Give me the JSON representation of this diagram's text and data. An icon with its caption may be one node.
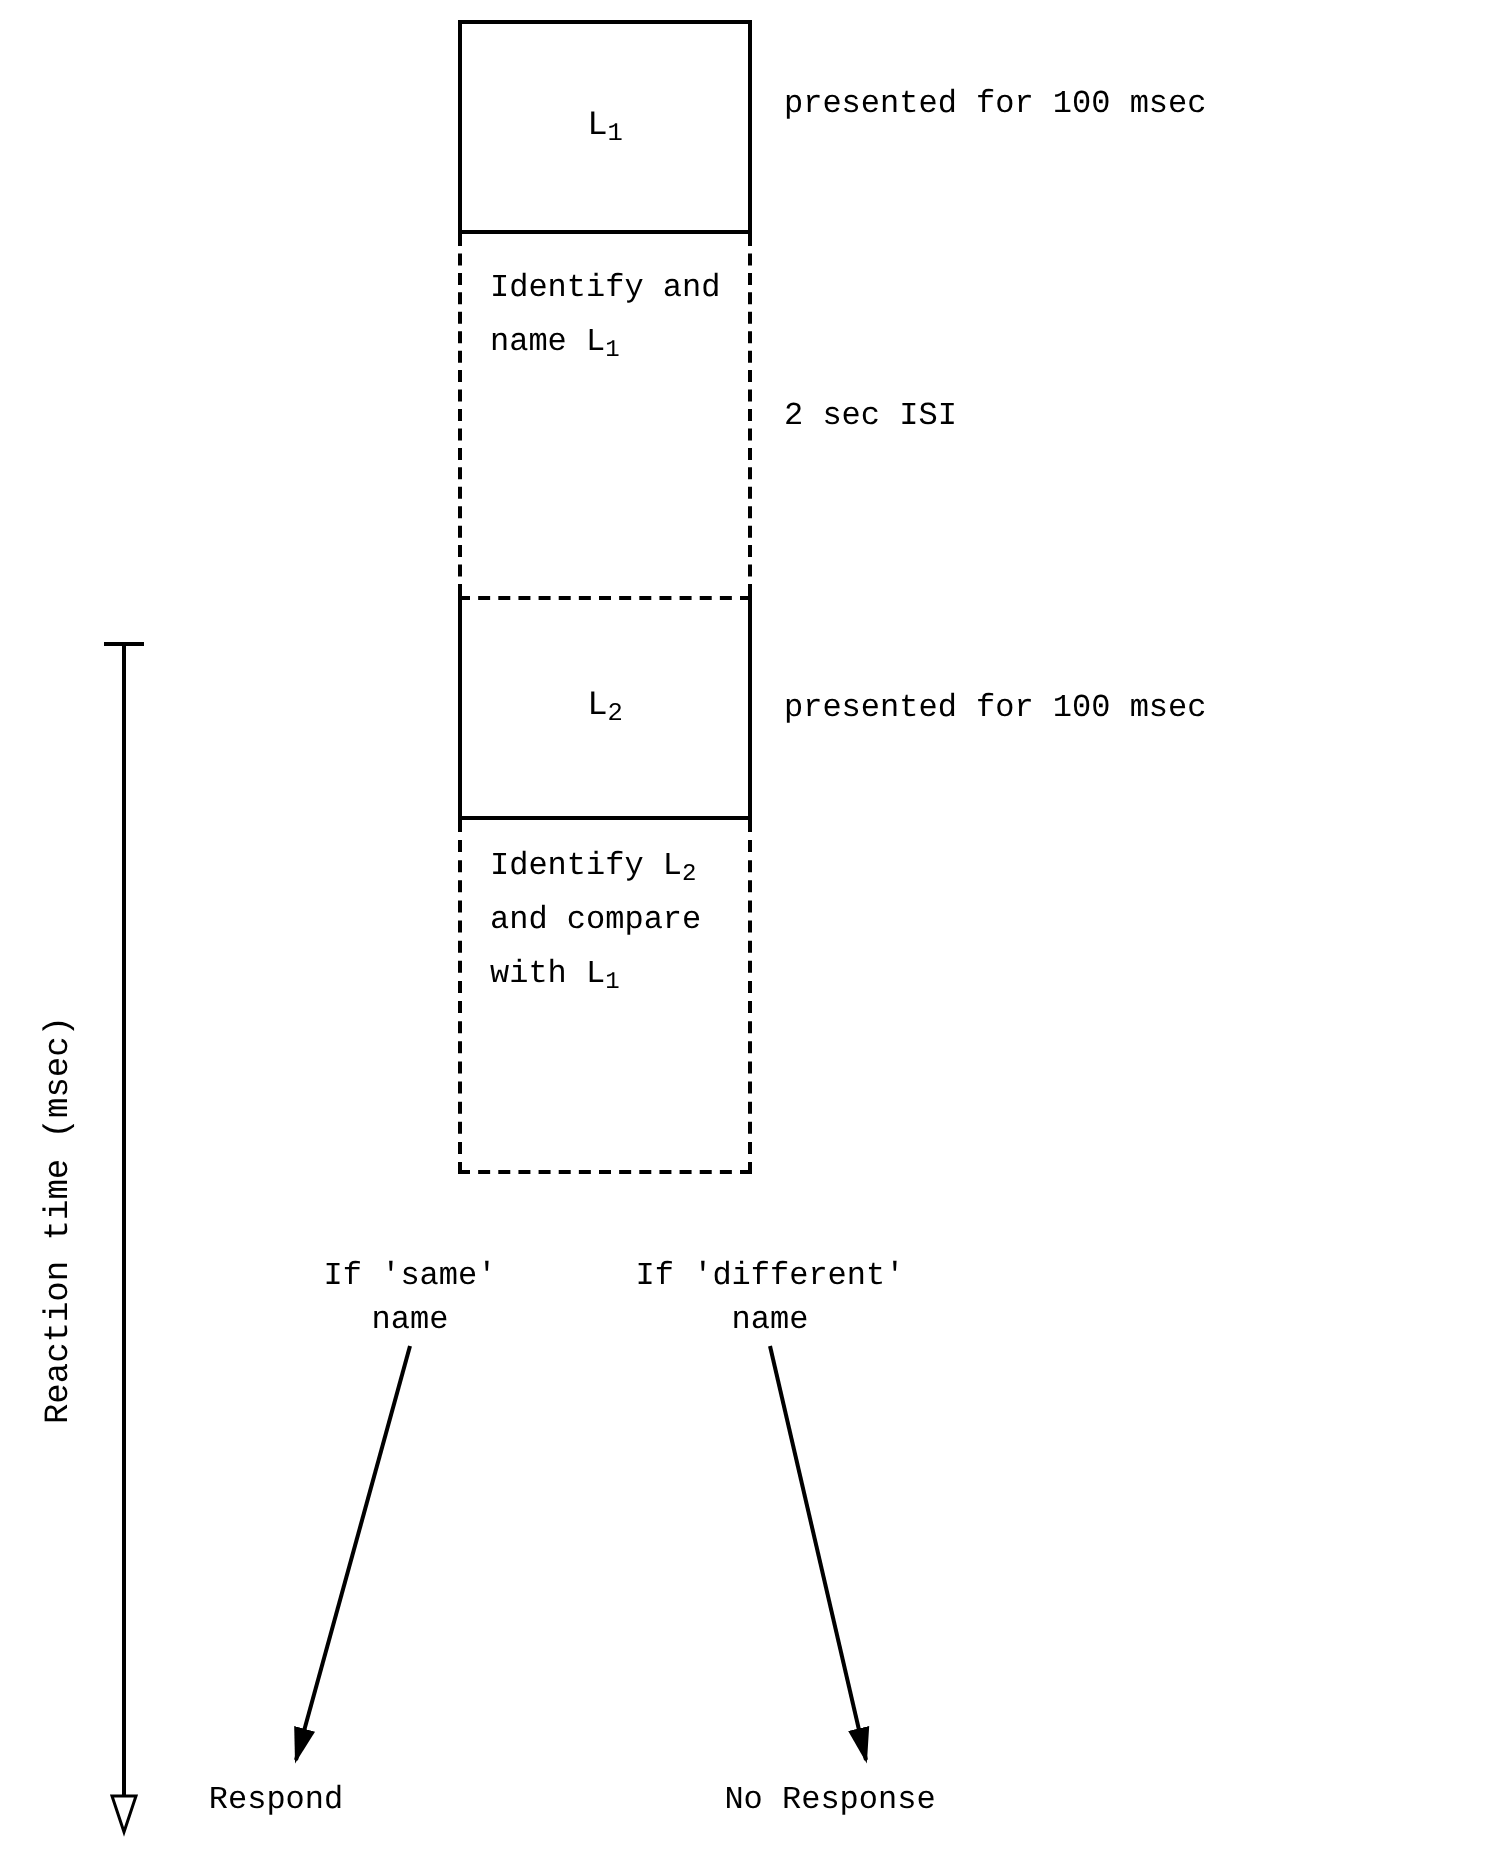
{
  "diagram": {
    "nodes": [
      {
        "text": [
          "L$_{1}$"
        ],
        "beside": [
          "presented for 100 msec"
        ]
      },
      {
        "text": [
          "Identify and name L$_{1}$"
        ],
        "beside": [
          "2 sec ISI"
        ]
      },
      {
        "text": [
          "L$_{2}$"
        ],
        "beside": [
          "presented for 100 msec"
        ]
      },
      {
        "text": [
          "Identify L$_{2}$ and compare with L$_{1}$"
        ]
      },
      {
        "text": [
          "If 'same' name"
        ]
      },
      {
        "text": [
          "If 'different' name"
        ]
      },
      {
        "text": [
          "Respond"
        ]
      },
      {
        "text": [
          "No Response"
        ]
      }
    ],
    "edges": [
      {
        "from": 4,
        "to": 6,
        "arrow": "to"
      },
      {
        "from": 5,
        "to": 7,
        "arrow": "to"
      }
    ],
    "labels": [
      "Reaction time (msec)"
    ]
  }
}
